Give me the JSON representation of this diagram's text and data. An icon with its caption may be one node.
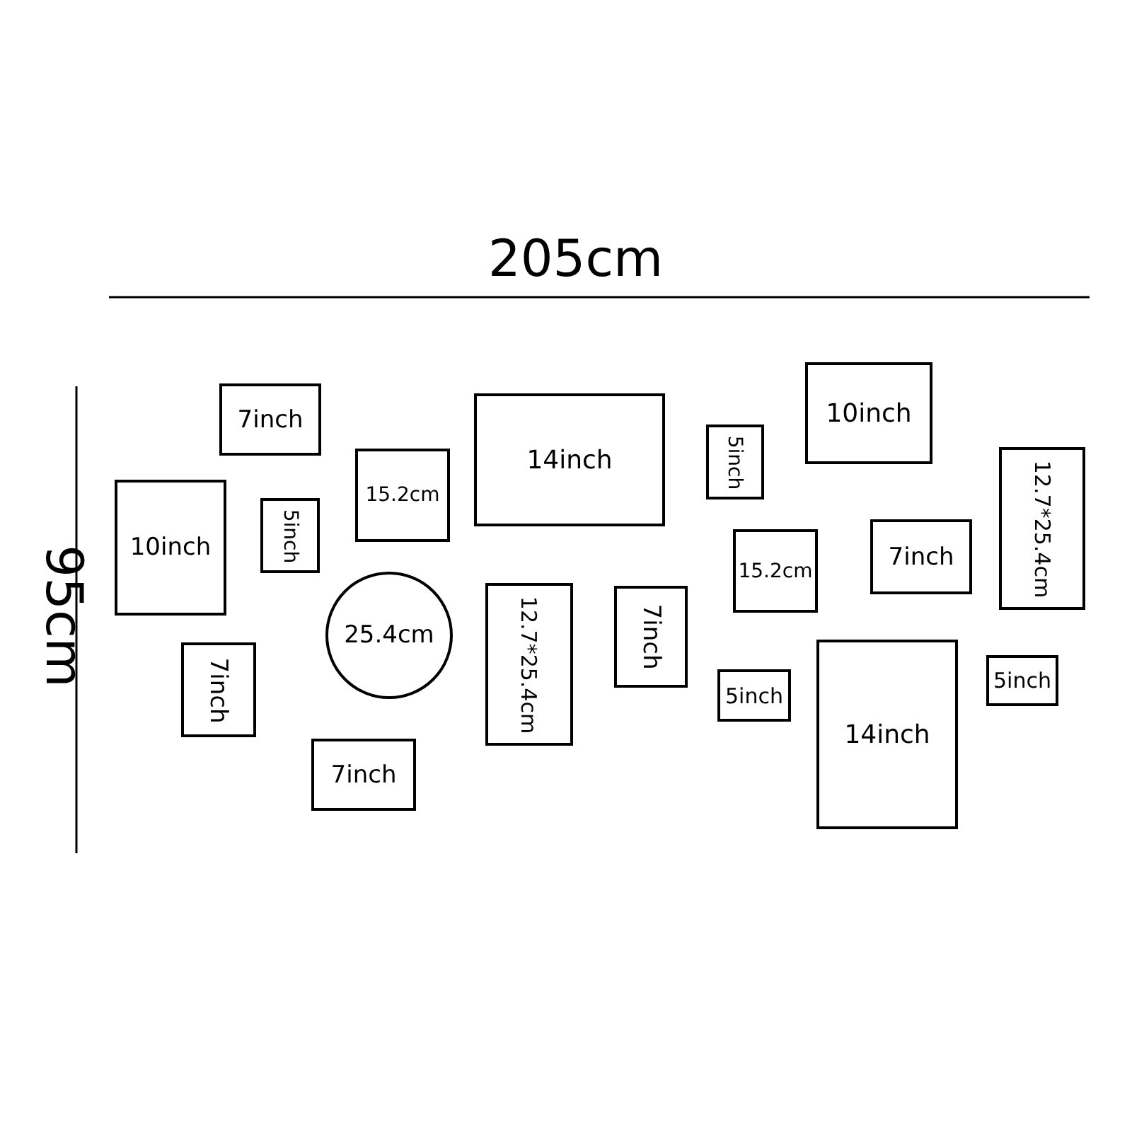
{
  "diagram": {
    "nodes": [
      {
        "text": [
          "7inch"
        ]
      },
      {
        "text": [
          "10inch"
        ]
      },
      {
        "text": [
          "5inch"
        ]
      },
      {
        "text": [
          "15.2cm"
        ]
      },
      {
        "text": [
          "14inch"
        ]
      },
      {
        "text": [
          "25.4cm"
        ]
      },
      {
        "text": [
          "7inch"
        ]
      },
      {
        "text": [
          "7inch"
        ]
      },
      {
        "text": [
          "12.7*25.4cm"
        ]
      },
      {
        "text": [
          "5inch"
        ]
      },
      {
        "text": [
          "7inch"
        ]
      },
      {
        "text": [
          "10inch"
        ]
      },
      {
        "text": [
          "15.2cm"
        ]
      },
      {
        "text": [
          "7inch"
        ]
      },
      {
        "text": [
          "12.7*25.4cm"
        ]
      },
      {
        "text": [
          "5inch"
        ]
      },
      {
        "text": [
          "14inch"
        ]
      },
      {
        "text": [
          "5inch"
        ]
      }
    ],
    "labels": [
      "205cm",
      "95cm"
    ]
  }
}
